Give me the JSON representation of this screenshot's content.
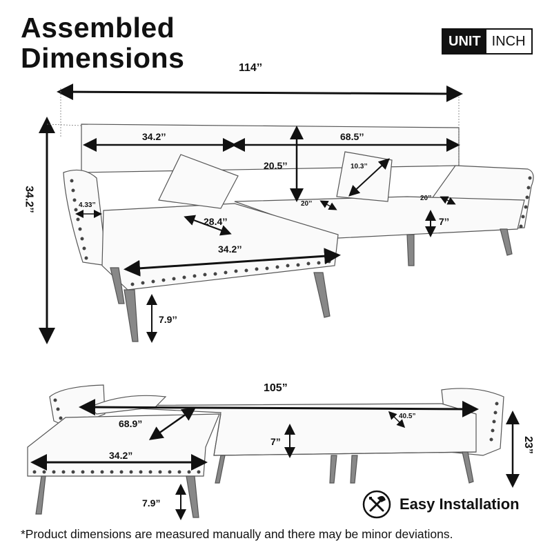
{
  "header": {
    "title_line1": "Assembled",
    "title_line2": "Dimensions",
    "unit_label": "UNIT",
    "unit_value": "INCH"
  },
  "top_view": {
    "overall_width": "114’’",
    "overall_height": "34.2’’",
    "left_seat_width": "34.2’’",
    "right_seat_width": "68.5’’",
    "back_height": "20.5’’",
    "pillow_size": "10.3’’",
    "cushion_depth_left": "20’’",
    "cushion_depth_right": "20’’",
    "arm_width": "4.33’’",
    "chaise_diagonal": "28.4’’",
    "chaise_width": "34.2’’",
    "seat_thickness": "7’’",
    "leg_height": "7.9’’"
  },
  "bottom_view": {
    "bed_length": "105”",
    "chaise_diagonal": "68.9”",
    "section_diagonal": "40.5”",
    "seat_thickness": "7”",
    "chaise_width": "34.2”",
    "bed_height": "23”",
    "leg_height": "7.9”"
  },
  "easy_installation": {
    "label": "Easy Installation",
    "icon": "wrench-screwdriver-icon"
  },
  "footnote": "*Product dimensions are measured manually and there may be minor deviations."
}
